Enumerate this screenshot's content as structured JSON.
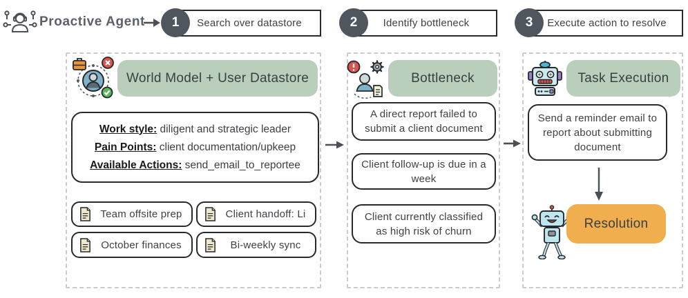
{
  "header": {
    "agent_label": "Proactive Agent",
    "steps": [
      {
        "number": "1",
        "label": "Search over datastore"
      },
      {
        "number": "2",
        "label": "Identify bottleneck"
      },
      {
        "number": "3",
        "label": "Execute action to resolve"
      }
    ]
  },
  "panels": {
    "datastore": {
      "title": "World Model + User Datastore",
      "profile": [
        {
          "label": "Work style:",
          "text": " diligent and strategic leader"
        },
        {
          "label": "Pain Points:",
          "text": " client documentation/upkeep"
        },
        {
          "label": "Available Actions:",
          "text": " send_email_to_reportee"
        }
      ],
      "documents": [
        "Team offsite prep",
        "Client handoff: Li",
        "October finances",
        "Bi-weekly sync"
      ]
    },
    "bottleneck": {
      "title": "Bottleneck",
      "items": [
        "A direct report failed to submit a client document",
        "Client follow-up is due in a week",
        "Client currently classified as high risk of churn"
      ]
    },
    "execution": {
      "title": "Task Execution",
      "action": "Send a reminder email to report about submitting document",
      "resolution_label": "Resolution"
    }
  },
  "icons": [
    "proactive-agent-icon",
    "world-model-user-icon",
    "bottleneck-alert-icon",
    "robot-head-icon",
    "happy-robot-icon",
    "document-icon"
  ],
  "colors": {
    "pill_green": "#b9cfbc",
    "resolution_orange": "#f0ae4f",
    "step_circle": "#50565e",
    "box_border": "#26292c",
    "panel_dash": "#cbcbcb"
  }
}
